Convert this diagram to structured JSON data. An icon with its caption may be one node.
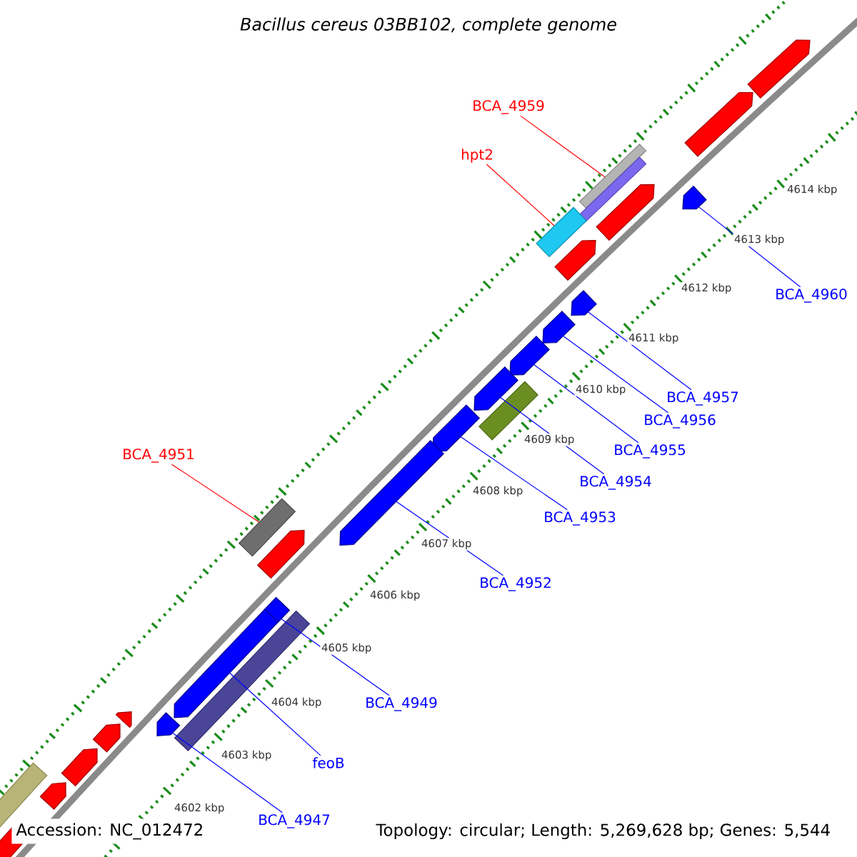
{
  "diagram": {
    "title": "Bacillus cereus 03BB102, complete genome",
    "nodes": [
      {
        "text": [
          "BCA_4959"
        ]
      },
      {
        "text": [
          "hpt2"
        ]
      },
      {
        "text": [
          "BCA_4960"
        ]
      },
      {
        "text": [
          "BCA_4957"
        ]
      },
      {
        "text": [
          "BCA_4956"
        ]
      },
      {
        "text": [
          "BCA_4955"
        ]
      },
      {
        "text": [
          "BCA_4954"
        ]
      },
      {
        "text": [
          "BCA_4951"
        ]
      },
      {
        "text": [
          "BCA_4953"
        ]
      },
      {
        "text": [
          "BCA_4952"
        ]
      },
      {
        "text": [
          "BCA_4949"
        ]
      },
      {
        "text": [
          "feoB"
        ]
      },
      {
        "text": [
          "BCA_4947"
        ]
      },
      {
        "text": [],
        "shape": "box"
      },
      {
        "text": [],
        "shape": "box"
      },
      {
        "text": [],
        "shape": "pentagon"
      },
      {
        "text": [],
        "shape": "pentagon"
      },
      {
        "text": [],
        "shape": "pentagon"
      },
      {
        "text": [],
        "shape": "pentagon"
      },
      {
        "text": [],
        "shape": "pentagon"
      },
      {
        "text": [],
        "shape": "box"
      },
      {
        "text": [],
        "shape": "pentagon"
      },
      {
        "text": [],
        "shape": "pentagon"
      },
      {
        "text": [],
        "shape": "pentagon"
      },
      {
        "text": [],
        "shape": "pentagon"
      },
      {
        "text": [],
        "shape": "pentagon"
      }
    ],
    "edges": [
      {
        "from": 0,
        "to": 13,
        "arrow": "none",
        "color": "#ff0000"
      },
      {
        "from": 1,
        "to": 14,
        "arrow": "none",
        "color": "#ff0000"
      },
      {
        "from": 2,
        "to": 15,
        "arrow": "none"
      },
      {
        "from": 3,
        "to": 16,
        "arrow": "none"
      },
      {
        "from": 4,
        "to": 17,
        "arrow": "none"
      },
      {
        "from": 5,
        "to": 18,
        "arrow": "none"
      },
      {
        "from": 6,
        "to": 19,
        "arrow": "none"
      },
      {
        "from": 7,
        "to": 20,
        "arrow": "none",
        "color": "#ff0000"
      },
      {
        "from": 8,
        "to": 21,
        "arrow": "none"
      },
      {
        "from": 9,
        "to": 22,
        "arrow": "none"
      },
      {
        "from": 10,
        "to": 23,
        "arrow": "none"
      },
      {
        "from": 11,
        "to": 24,
        "arrow": "none"
      },
      {
        "from": 12,
        "to": 25,
        "arrow": "none"
      }
    ],
    "labels": [
      "4614 kbp",
      "4613 kbp",
      "4612 kbp",
      "4611 kbp",
      "4610 kbp",
      "4609 kbp",
      "4608 kbp",
      "4607 kbp",
      "4606 kbp",
      "4605 kbp",
      "4604 kbp",
      "4603 kbp",
      "4602 kbp",
      "Accession: NC_012472",
      "Topology: circular; Length: 5,269,628 bp; Genes: 5,544"
    ]
  }
}
